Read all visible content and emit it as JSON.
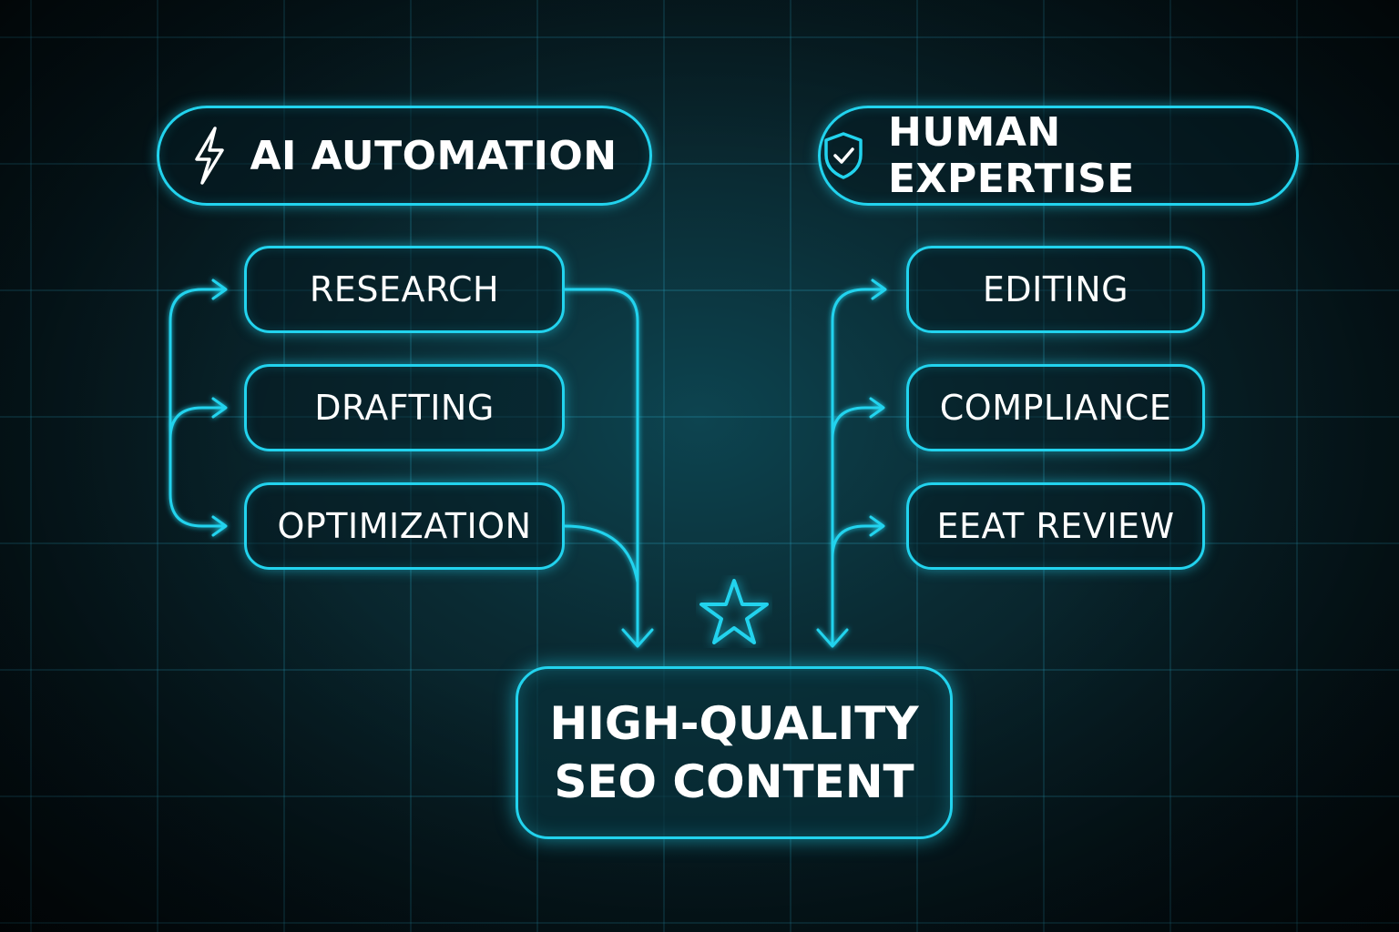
{
  "accent_color": "#22d3ee",
  "left_group": {
    "title": "AI AUTOMATION",
    "icon": "lightning-bolt-icon",
    "steps": [
      "RESEARCH",
      "DRAFTING",
      "OPTIMIZATION"
    ]
  },
  "right_group": {
    "title": "HUMAN EXPERTISE",
    "icon": "shield-check-icon",
    "steps": [
      "EDITING",
      "COMPLIANCE",
      "EEAT REVIEW"
    ]
  },
  "result": {
    "line1": "HIGH-QUALITY",
    "line2": "SEO CONTENT",
    "icon": "star-icon"
  }
}
